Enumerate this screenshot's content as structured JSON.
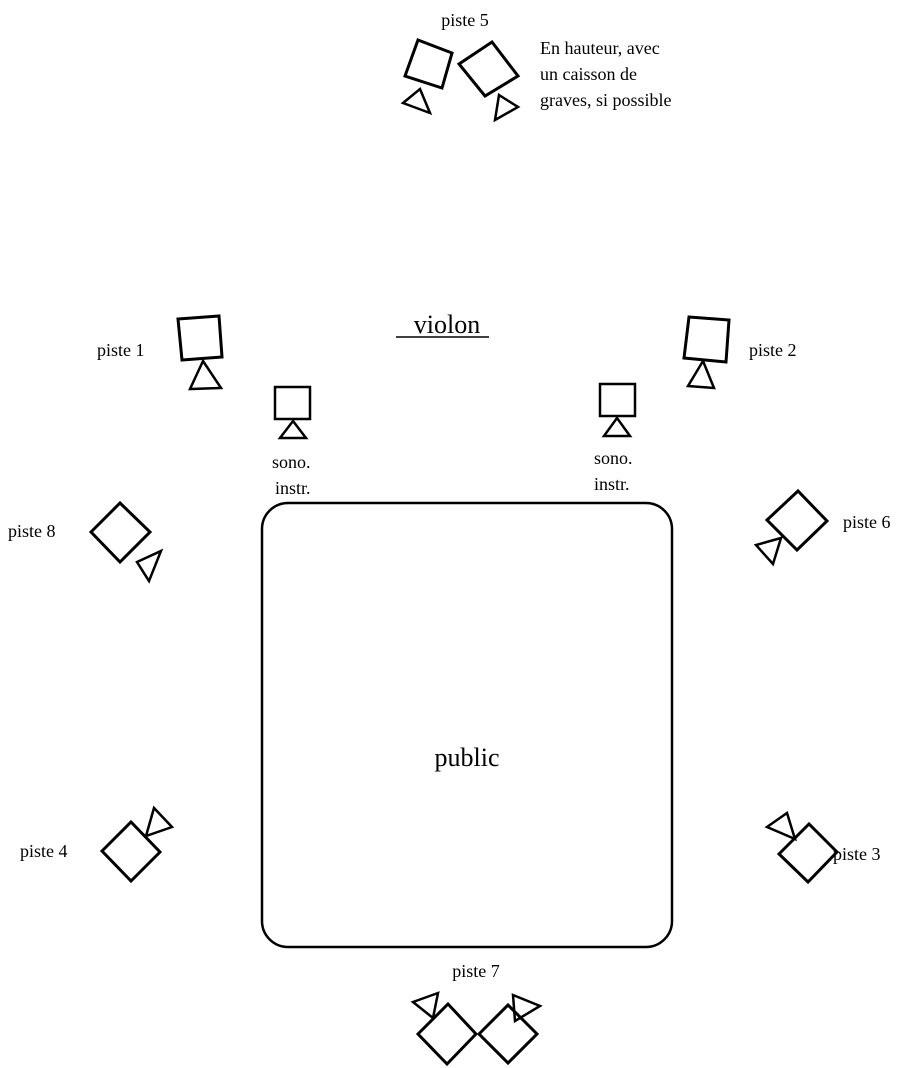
{
  "title": "violon",
  "audience": "public",
  "note": [
    "En hauteur, avec",
    "un caisson de",
    "graves, si possible"
  ],
  "labels": {
    "piste1": "piste 1",
    "piste2": "piste 2",
    "piste3": "piste 3",
    "piste4": "piste 4",
    "piste5": "piste 5",
    "piste6": "piste 6",
    "piste7": "piste 7",
    "piste8": "piste 8"
  },
  "sono_left": [
    "sono.",
    "instr."
  ],
  "sono_right": [
    "sono.",
    "instr."
  ],
  "colors": {
    "line": "#000000",
    "background": "#ffffff"
  },
  "icons": {
    "speaker": "speaker-icon"
  }
}
